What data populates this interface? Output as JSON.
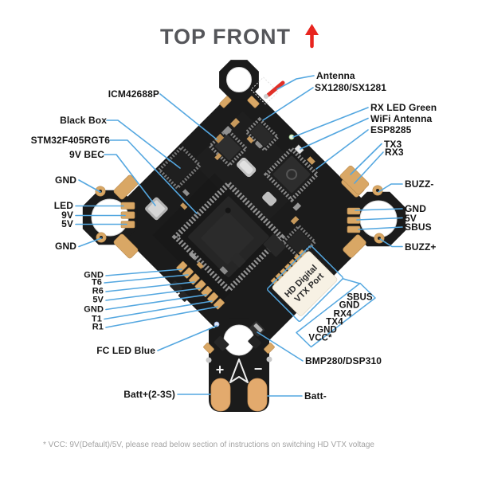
{
  "title": {
    "text": "TOP FRONT"
  },
  "note": "* VCC: 9V(Default)/5V, please read below section of instructions on switching HD VTX voltage",
  "board": {
    "vtx_label_line1": "HD Digital",
    "vtx_label_line2": "VTX Port",
    "batt_plus_symbol": "+",
    "batt_minus_symbol": "−"
  },
  "labels": {
    "icm": "ICM42688P",
    "black_box": "Black Box",
    "stm32": "STM32F405RGT6",
    "bec": "9V BEC",
    "gnd": "GND",
    "led": "LED",
    "v9": "9V",
    "v5": "5V",
    "t6": "T6",
    "r6": "R6",
    "t1": "T1",
    "r1": "R1",
    "fc_led": "FC LED Blue",
    "batt_plus": "Batt+(2-3S)",
    "batt_minus": "Batt-",
    "antenna": "Antenna",
    "sx": "SX1280/SX1281",
    "rx_led": "RX LED Green",
    "wifi": "WiFi Antenna",
    "esp": "ESP8285",
    "tx3": "TX3",
    "rx3": "RX3",
    "buzz_minus": "BUZZ-",
    "buzz_plus": "BUZZ+",
    "sbus": "SBUS",
    "rx4": "RX4",
    "tx4": "TX4",
    "vcc": "VCC*",
    "bmp": "BMP280/DSP310"
  },
  "colors": {
    "leader_line": "#54a7e0",
    "accent_red": "#e8251f",
    "gold": "#d9a765",
    "board": "#1b1b1b",
    "title": "#55565a",
    "note": "#a3a3a3"
  }
}
